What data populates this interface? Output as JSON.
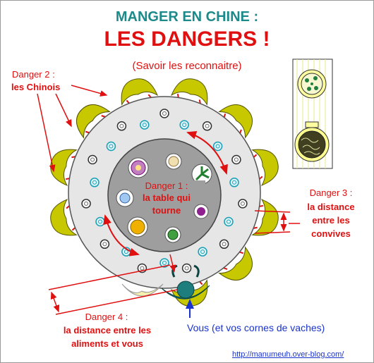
{
  "title_line1": "MANGER EN CHINE :",
  "title_line2": "LES DANGERS !",
  "subtitle": "(Savoir les reconnaitre)",
  "danger1": {
    "heading": "Danger 1 :",
    "line1": "la table qui",
    "line2": "tourne"
  },
  "danger2": {
    "heading": "Danger 2 :",
    "line1": "les Chinois"
  },
  "danger3": {
    "heading": "Danger 3 :",
    "line1": "la distance",
    "line2": "entre les",
    "line3": "convives"
  },
  "danger4": {
    "heading": "Danger 4 :",
    "line1": "la distance entre les",
    "line2": "aliments et vous"
  },
  "vous_label": "Vous (et vos cornes de vaches)",
  "url": "http://manumeuh.over-blog.com/",
  "colors": {
    "title_teal": "#1c8a8a",
    "danger_red": "#e01010",
    "diner_yellow": "#c8c800",
    "vous_teal": "#1e7d7d",
    "table_gray": "#9e9e9e",
    "plate_blue": "#1a9fb5",
    "link_blue": "#1a33cc"
  }
}
